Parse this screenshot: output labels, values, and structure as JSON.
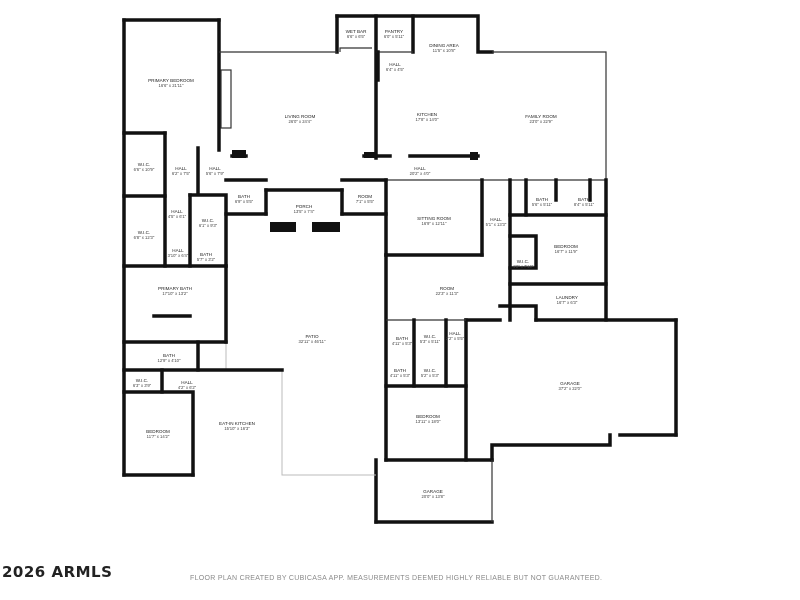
{
  "footer": {
    "copyright": "2026 ARMLS",
    "disclaimer": "FLOOR PLAN CREATED BY CUBICASA APP. MEASUREMENTS DEEMED HIGHLY RELIABLE BUT NOT GUARANTEED."
  },
  "rooms": [
    {
      "id": "primary-bedroom",
      "name": "PRIMARY BEDROOM",
      "dim": "16'6\" x 21'11\""
    },
    {
      "id": "living-room",
      "name": "LIVING ROOM",
      "dim": "26'0\" x 24'4\""
    },
    {
      "id": "wet-bar",
      "name": "WET BAR",
      "dim": "6'6\" x 6'5\""
    },
    {
      "id": "pantry",
      "name": "PANTRY",
      "dim": "6'0\" x 5'11\""
    },
    {
      "id": "dining-area",
      "name": "DINING AREA",
      "dim": "11'5\" x 10'8\""
    },
    {
      "id": "hall-top",
      "name": "HALL",
      "dim": "6'4\" x 4'5\""
    },
    {
      "id": "kitchen",
      "name": "KITCHEN",
      "dim": "17'8\" x 14'0\""
    },
    {
      "id": "family-room",
      "name": "FAMILY ROOM",
      "dim": "23'0\" x 22'9\""
    },
    {
      "id": "wic-1",
      "name": "W.I.C.",
      "dim": "6'6\" x 10'9\""
    },
    {
      "id": "hall-1",
      "name": "HALL",
      "dim": "6'2\" x 7'5\""
    },
    {
      "id": "hall-2",
      "name": "HALL",
      "dim": "5'6\" x 7'9\""
    },
    {
      "id": "hall-kitchen",
      "name": "HALL",
      "dim": "20'2\" x 4'0\""
    },
    {
      "id": "bath-1",
      "name": "BATH",
      "dim": "6'9\" x 5'5\""
    },
    {
      "id": "porch",
      "name": "PORCH",
      "dim": "13'5\" x 7'4\""
    },
    {
      "id": "room-small",
      "name": "ROOM",
      "dim": "7'1\" x 5'5\""
    },
    {
      "id": "sitting-room",
      "name": "SITTING ROOM",
      "dim": "16'9\" x 12'11\""
    },
    {
      "id": "hall-3",
      "name": "HALL",
      "dim": "5'1\" x 13'3\""
    },
    {
      "id": "bath-2",
      "name": "BATH",
      "dim": "5'6\" x 5'11\""
    },
    {
      "id": "bath-3",
      "name": "BATH",
      "dim": "8'4\" x 5'11\""
    },
    {
      "id": "wic-2",
      "name": "W.I.C.",
      "dim": "6'8\" x 12'3\""
    },
    {
      "id": "hall-4",
      "name": "HALL",
      "dim": "4'5\" x 6'1\""
    },
    {
      "id": "wic-3",
      "name": "W.I.C.",
      "dim": "6'1\" x 9'3\""
    },
    {
      "id": "hall-5",
      "name": "HALL",
      "dim": "3'10\" x 6'4\""
    },
    {
      "id": "bath-4",
      "name": "BATH",
      "dim": "5'7\" x 3'2\""
    },
    {
      "id": "bedroom-1",
      "name": "BEDROOM",
      "dim": "16'7\" x 11'9\""
    },
    {
      "id": "wic-4",
      "name": "W.I.C.",
      "dim": "4'3\" x 7'10\""
    },
    {
      "id": "room-mid",
      "name": "ROOM",
      "dim": "22'3\" x 11'3\""
    },
    {
      "id": "laundry",
      "name": "LAUNDRY",
      "dim": "16'7\" x 6'3\""
    },
    {
      "id": "primary-bath",
      "name": "PRIMARY BATH",
      "dim": "17'10\" x 13'2\""
    },
    {
      "id": "patio",
      "name": "PATIO",
      "dim": "32'11\" x 46'11\""
    },
    {
      "id": "bath-5",
      "name": "BATH",
      "dim": "4'11\" x 5'3\""
    },
    {
      "id": "wic-5",
      "name": "W.I.C.",
      "dim": "5'3\" x 5'11\""
    },
    {
      "id": "hall-6",
      "name": "HALL",
      "dim": "2'2\" x 5'5\""
    },
    {
      "id": "garage-1",
      "name": "GARAGE",
      "dim": "37'2\" x 22'0\""
    },
    {
      "id": "bath-6",
      "name": "BATH",
      "dim": "12'9\" x 4'10\""
    },
    {
      "id": "bath-7",
      "name": "BATH",
      "dim": "4'11\" x 5'3\""
    },
    {
      "id": "wic-6",
      "name": "W.I.C.",
      "dim": "5'2\" x 5'3\""
    },
    {
      "id": "wic-7",
      "name": "W.I.C.",
      "dim": "6'3\" x 3'9\""
    },
    {
      "id": "hall-7",
      "name": "HALL",
      "dim": "4'2\" x 6'2\""
    },
    {
      "id": "bedroom-2",
      "name": "BEDROOM",
      "dim": "13'11\" x 18'0\""
    },
    {
      "id": "bedroom-3",
      "name": "BEDROOM",
      "dim": "11'7\" x 14'2\""
    },
    {
      "id": "eat-in-kitchen",
      "name": "EAT-IN KITCHEN",
      "dim": "15'10\" x 16'3\""
    },
    {
      "id": "garage-2",
      "name": "GARAGE",
      "dim": "20'0\" x 13'8\""
    }
  ]
}
